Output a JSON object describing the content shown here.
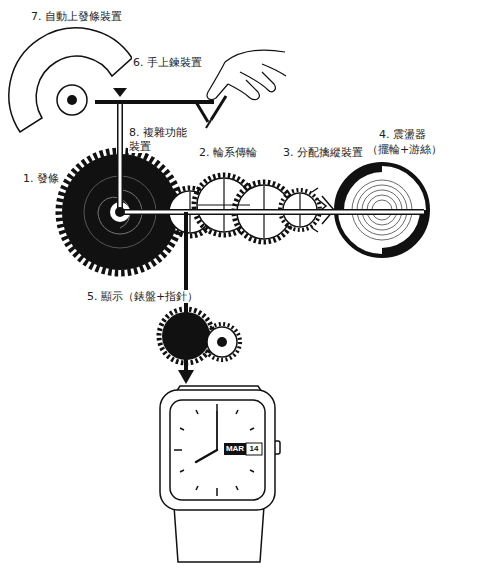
{
  "diagram": {
    "labels": [
      "7. 自動上發條裝置",
      "6. 手上鍊裝置",
      "8. 複雜功能",
      "裝置",
      "1. 發條",
      "2. 輪系傳輪",
      "3. 分配擒縱裝置",
      "4. 震盪器",
      "（擺輪+游絲）",
      "5. 顯示（錶盤+指針）",
      "MAR",
      "14"
    ]
  }
}
